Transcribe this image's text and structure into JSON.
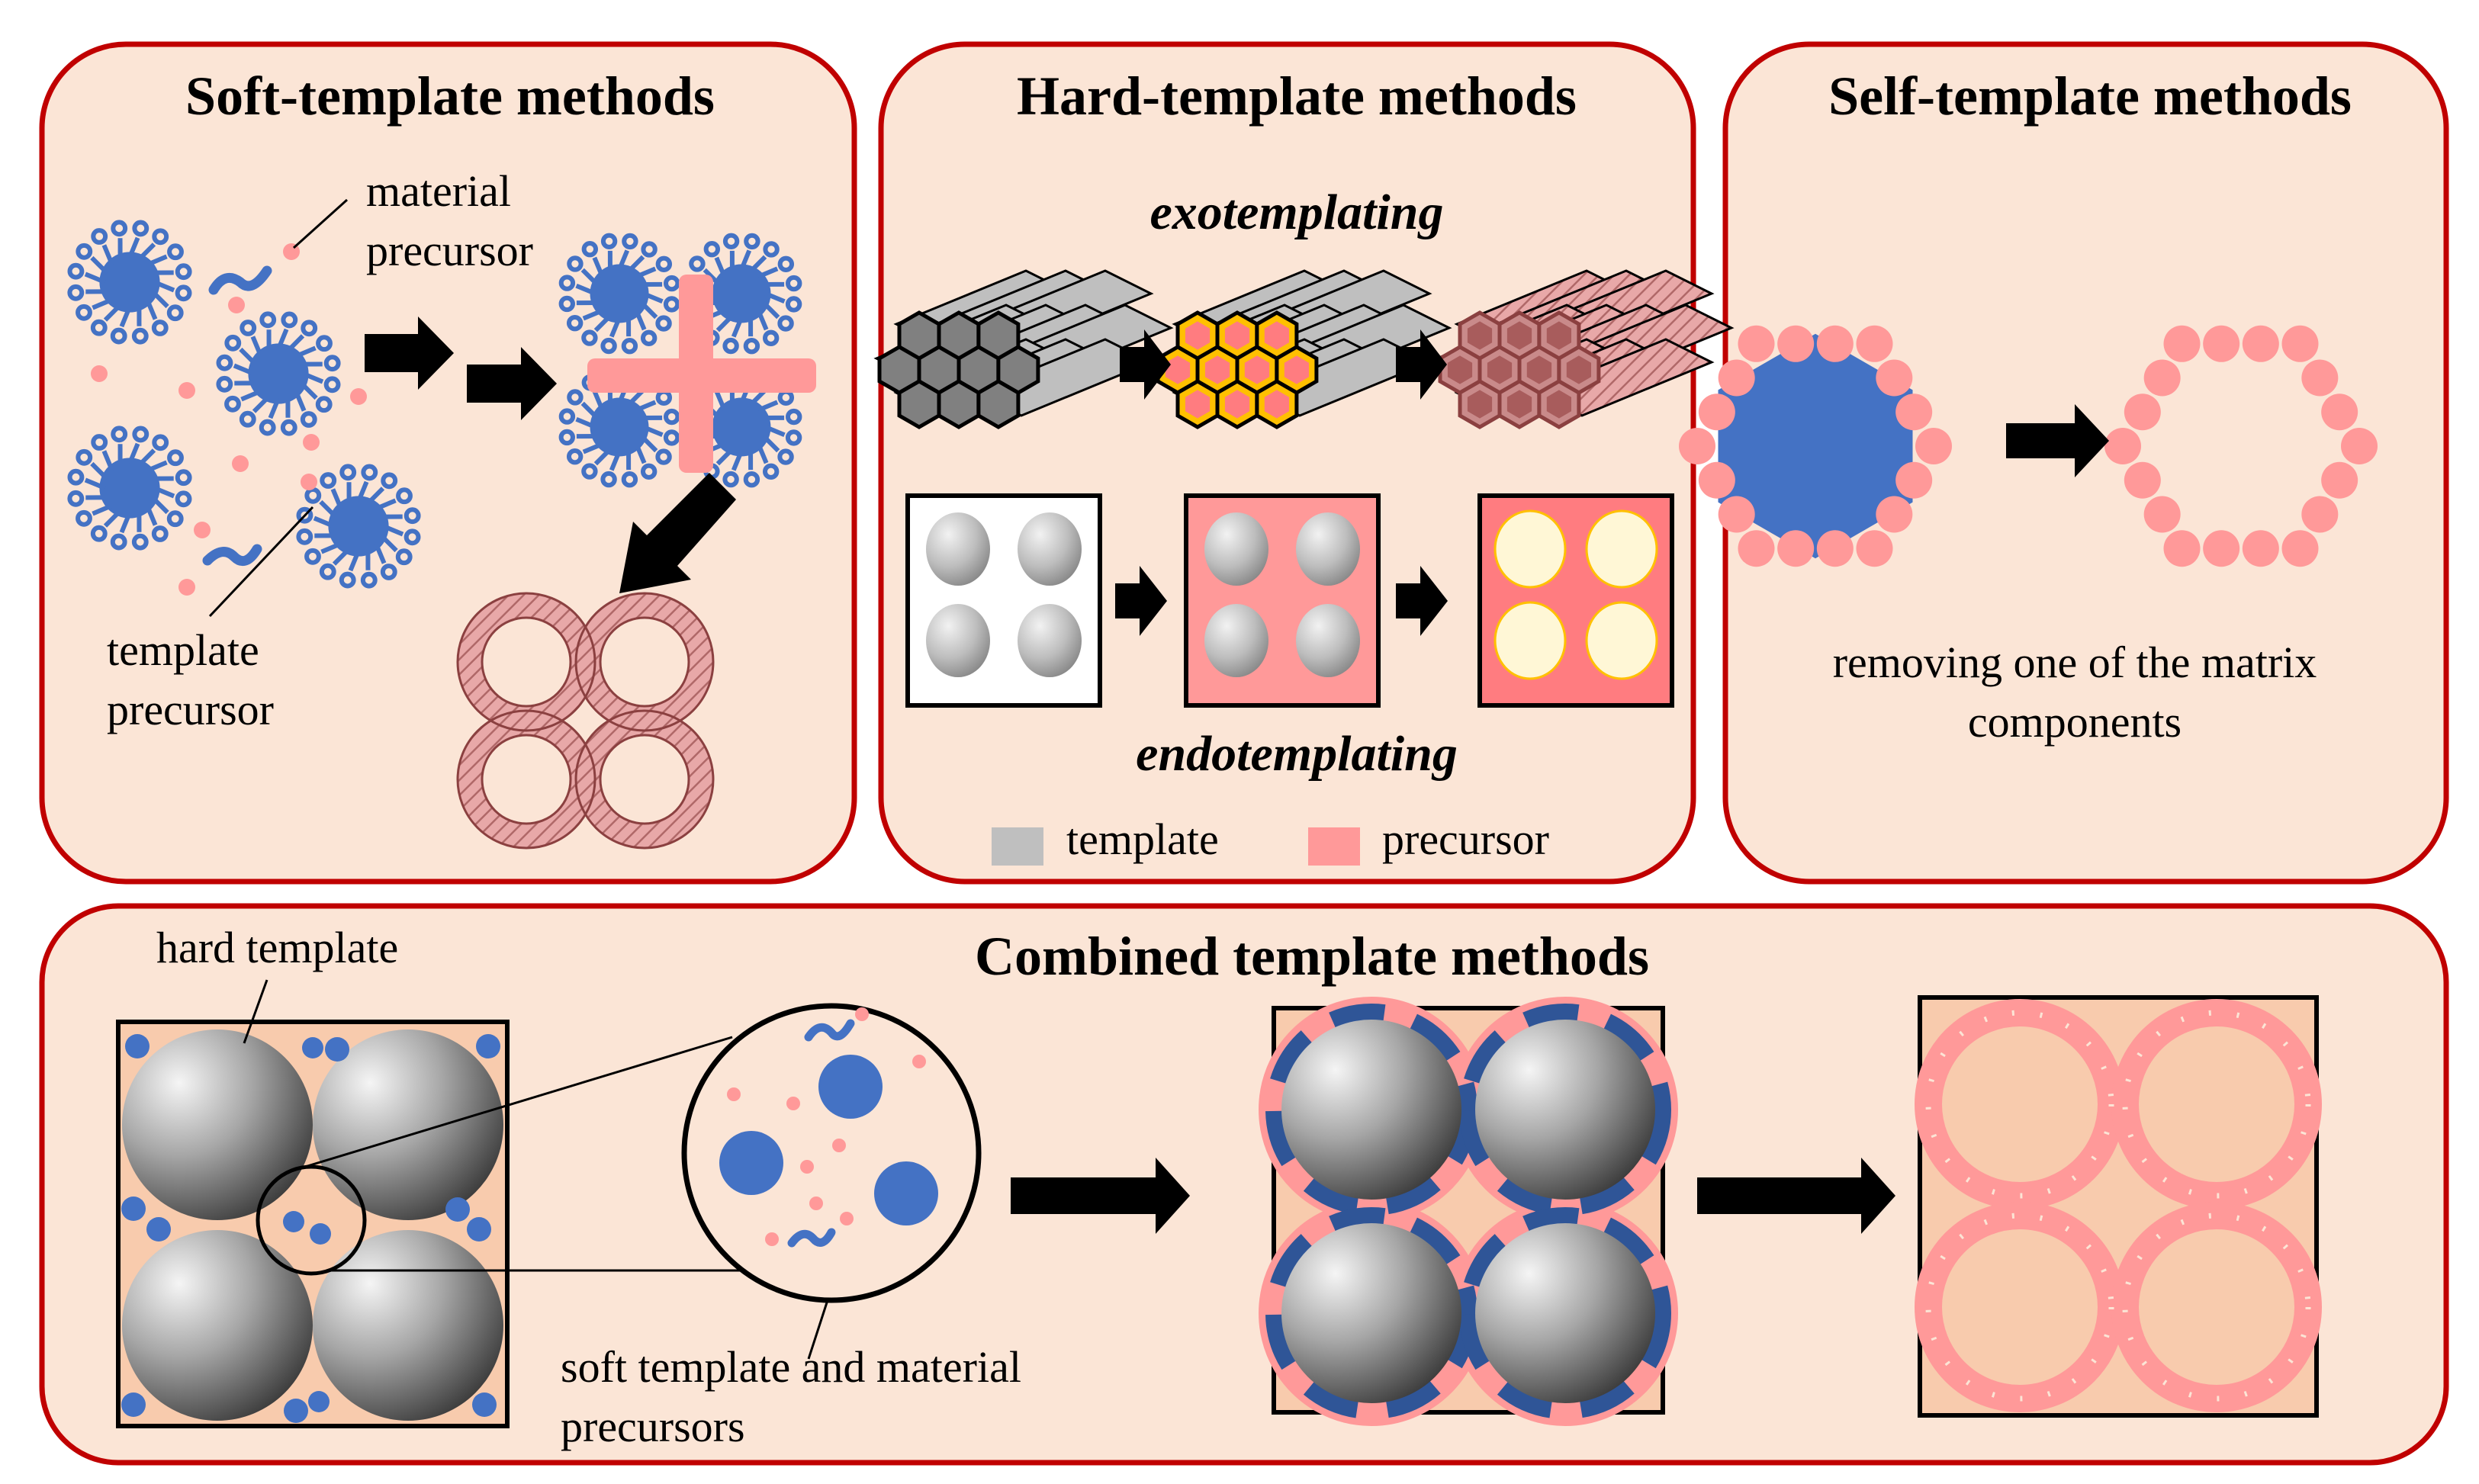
{
  "colors": {
    "panel_fill": "#fbe5d6",
    "panel_border": "#c00000",
    "soft_blue": "#4472c4",
    "precursor_pink": "#ff9999",
    "template_gray": "#bfbfbf",
    "pore_pink": "#ff7c80",
    "highlight_yellow": "#ffc000",
    "arrow_black": "#000000"
  },
  "soft_panel": {
    "title": "Soft-template methods",
    "material_precursor_line1": "material",
    "material_precursor_line2": "precursor",
    "template_precursor_line1": "template",
    "template_precursor_line2": "precursor"
  },
  "hard_panel": {
    "title": "Hard-template methods",
    "exo_label": "exotemplating",
    "endo_label": "endotemplating",
    "legend": [
      {
        "label": "template",
        "color": "#bfbfbf"
      },
      {
        "label": "precursor",
        "color": "#ff9999"
      }
    ]
  },
  "self_panel": {
    "title": "Self-template methods",
    "caption_line1": "removing one of the matrix",
    "caption_line2": "components"
  },
  "combined_panel": {
    "title": "Combined template methods",
    "hard_template_label": "hard template",
    "soft_label_line1": "soft template and material",
    "soft_label_line2": "precursors"
  }
}
